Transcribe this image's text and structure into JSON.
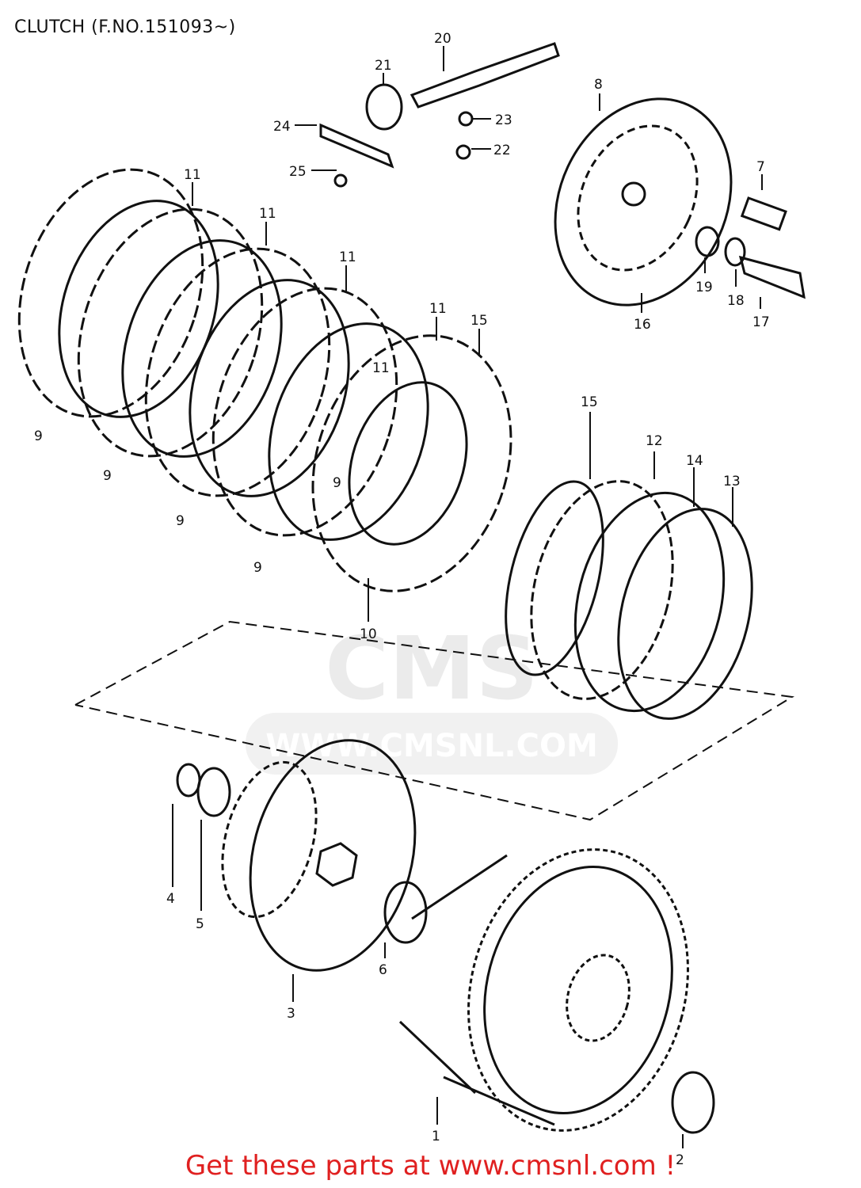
{
  "header": {
    "title": "CLUTCH (F.NO.151093~)"
  },
  "footer": {
    "text": "Get these parts at www.cmsnl.com !"
  },
  "watermark": {
    "logo": "CMS",
    "url": "WWW.CMSNL.COM"
  },
  "callouts": [
    "1",
    "2",
    "3",
    "4",
    "5",
    "6",
    "7",
    "8",
    "9",
    "9",
    "9",
    "9",
    "9",
    "10",
    "11",
    "11",
    "11",
    "11",
    "11",
    "12",
    "13",
    "14",
    "15",
    "15",
    "16",
    "17",
    "18",
    "19",
    "20",
    "21",
    "22",
    "23",
    "24",
    "25"
  ],
  "colors": {
    "line": "#111111",
    "footer": "#e02020",
    "watermark": "#d9d9d9"
  }
}
